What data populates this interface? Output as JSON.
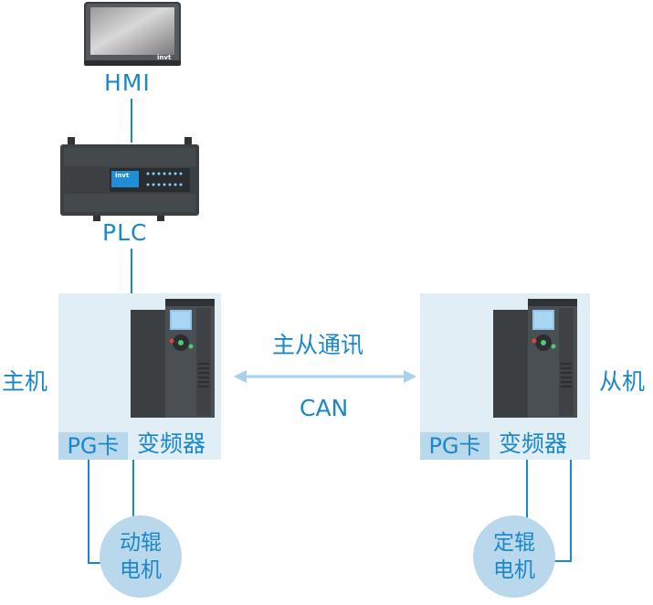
{
  "hmi": {
    "label": "HMI",
    "brand": "invt"
  },
  "plc": {
    "label": "PLC",
    "brand": "invt"
  },
  "master": {
    "side_label": "主机",
    "pg_card": "PG卡",
    "drive_label": "变频器",
    "motor_line1": "动辊",
    "motor_line2": "电机"
  },
  "slave": {
    "side_label": "从机",
    "pg_card": "PG卡",
    "drive_label": "变频器",
    "motor_line1": "定辊",
    "motor_line2": "电机"
  },
  "link": {
    "title": "主从通讯",
    "protocol": "CAN"
  },
  "colors": {
    "accent": "#1a87c9",
    "panel": "#e1eef6",
    "pg_fill": "#b9d8ec",
    "arrow": "#a9d1ea"
  }
}
